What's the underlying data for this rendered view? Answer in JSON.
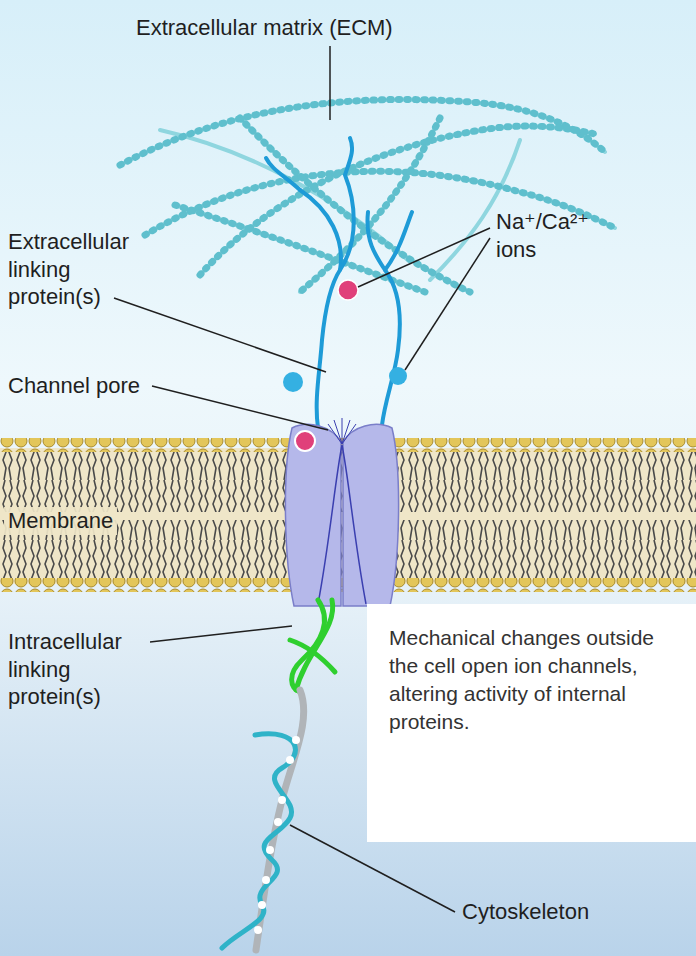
{
  "diagram": {
    "nodes": [
      {
        "text": [
          "Mechanical changes outside the cell open ion channels, altering activity of internal proteins."
        ]
      }
    ],
    "labels": [
      "Extracellular matrix (ECM)",
      "Extracellular linking protein(s)",
      "Na⁺/Ca²⁺ ions",
      "Channel pore",
      "Membrane",
      "Intracellular linking protein(s)",
      "Cytoskeleton"
    ]
  }
}
